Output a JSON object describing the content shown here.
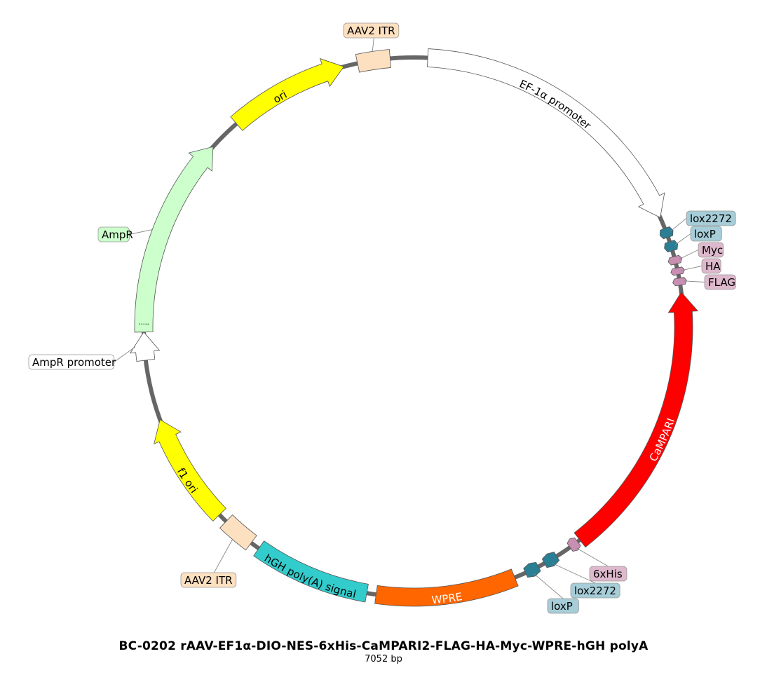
{
  "plasmid": {
    "title": "BC-0202 rAAV-EF1α-DIO-NES-6xHis-CaMPARI2-FLAG-HA-Myc-WPRE-hGH polyA",
    "length_label": "7052 bp",
    "backbone_color": "#666666"
  },
  "features": [
    {
      "id": "itr-top",
      "label": "AAV2 ITR",
      "type": "box",
      "start": -12,
      "end": -5,
      "fill": "#fde0c0",
      "label_mode": "callout",
      "text_color": "#000000"
    },
    {
      "id": "ef1a",
      "label": "EF-1α promoter",
      "type": "arrow",
      "start": 3,
      "end": 66,
      "fill": "#ffffff",
      "label_mode": "inside",
      "text_color": "#000000"
    },
    {
      "id": "lox2272-a",
      "label": "lox2272",
      "type": "small",
      "start": 68.5,
      "end": 70.5,
      "fill": "#2a7f95",
      "label_mode": "callout",
      "text_color": "#000000",
      "box_fill": "#a6cdd8"
    },
    {
      "id": "loxp-a",
      "label": "loxP",
      "type": "small",
      "start": 71.5,
      "end": 73.5,
      "fill": "#2a7f95",
      "label_mode": "callout",
      "text_color": "#000000",
      "box_fill": "#a6cdd8"
    },
    {
      "id": "myc",
      "label": "Myc",
      "type": "small",
      "start": 74.8,
      "end": 76.4,
      "fill": "#c98fb2",
      "label_mode": "callout",
      "text_color": "#000000",
      "box_fill": "#deb8cc"
    },
    {
      "id": "ha",
      "label": "HA",
      "type": "small",
      "start": 77.3,
      "end": 78.7,
      "fill": "#c98fb2",
      "label_mode": "callout",
      "text_color": "#000000",
      "box_fill": "#deb8cc"
    },
    {
      "id": "flag",
      "label": "FLAG",
      "type": "small",
      "start": 79.5,
      "end": 81.0,
      "fill": "#c98fb2",
      "label_mode": "callout",
      "text_color": "#000000",
      "box_fill": "#deb8cc"
    },
    {
      "id": "campari",
      "label": "CaMPARI",
      "type": "arrow-rev",
      "start": 82.5,
      "end": 142,
      "fill": "#ff0000",
      "label_mode": "inside",
      "text_color": "#ffffff"
    },
    {
      "id": "his6",
      "label": "6xHis",
      "type": "small",
      "start": 142.6,
      "end": 144.6,
      "fill": "#c98fb2",
      "label_mode": "callout",
      "text_color": "#000000",
      "box_fill": "#deb8cc"
    },
    {
      "id": "lox2272-b",
      "label": "lox2272",
      "type": "small",
      "start": 148,
      "end": 151,
      "fill": "#2a7f95",
      "label_mode": "callout",
      "text_color": "#000000",
      "box_fill": "#a6cdd8"
    },
    {
      "id": "loxp-b",
      "label": "loxP",
      "type": "small",
      "start": 152.5,
      "end": 155.5,
      "fill": "#2a7f95",
      "label_mode": "callout",
      "text_color": "#000000",
      "box_fill": "#a6cdd8"
    },
    {
      "id": "wpre",
      "label": "WPRE",
      "type": "box",
      "start": 158,
      "end": 188,
      "fill": "#ff6600",
      "label_mode": "inside",
      "text_color": "#ffffff"
    },
    {
      "id": "hgh",
      "label": "hGH poly(A) signal",
      "type": "box",
      "start": 190,
      "end": 215,
      "fill": "#33cccc",
      "label_mode": "inside",
      "text_color": "#000000"
    },
    {
      "id": "itr-bottom",
      "label": "AAV2 ITR",
      "type": "box",
      "start": 217,
      "end": 224,
      "fill": "#fde0c0",
      "label_mode": "callout",
      "text_color": "#000000"
    },
    {
      "id": "f1ori",
      "label": "f1 ori",
      "type": "arrow",
      "start": 226,
      "end": 250,
      "fill": "#ffff00",
      "label_mode": "inside",
      "text_color": "#000000"
    },
    {
      "id": "ampr-promoter",
      "label": "AmpR promoter",
      "type": "arrow",
      "start": 263,
      "end": 269,
      "fill": "#ffffff",
      "label_mode": "callout",
      "text_color": "#000000"
    },
    {
      "id": "ampr",
      "label": "AmpR",
      "type": "arrow",
      "start": 269,
      "end": 312,
      "fill": "#ccffcc",
      "label_mode": "callout",
      "text_color": "#000000",
      "box_fill": "#ccffcc"
    },
    {
      "id": "ori",
      "label": "ori",
      "type": "arrow",
      "start": 319,
      "end": 345,
      "fill": "#ffff00",
      "label_mode": "inside",
      "text_color": "#000000"
    }
  ]
}
